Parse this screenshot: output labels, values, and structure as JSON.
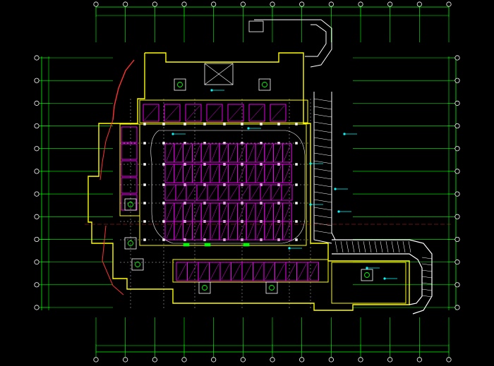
{
  "colors": {
    "background": "#000000",
    "axis_line": "#00ff00",
    "dimension_line": "#00ff00",
    "bubble": "#ffffff",
    "wall": "#ffff00",
    "structure": "#ffffff",
    "parking_stall": "#ff00ff",
    "ramp": "#ffffff",
    "circulation": "#ff3333",
    "equipment": "#00ff00",
    "annotation": "#00ffff"
  },
  "drawing": {
    "type": "basement-parking-floor-plan",
    "top_axis_count": 13,
    "bottom_axis_count": 13,
    "left_axis_count": 12,
    "right_axis_count": 12,
    "parking_rows": [
      {
        "row": "upper-wing",
        "stalls": 7
      },
      {
        "row": "main-1",
        "stalls": 14
      },
      {
        "row": "main-2",
        "stalls": 14
      },
      {
        "row": "main-3",
        "stalls": 12
      },
      {
        "row": "main-4",
        "stalls": 14
      },
      {
        "row": "main-5",
        "stalls": 14
      },
      {
        "row": "lower-wing",
        "stalls": 13
      }
    ]
  }
}
